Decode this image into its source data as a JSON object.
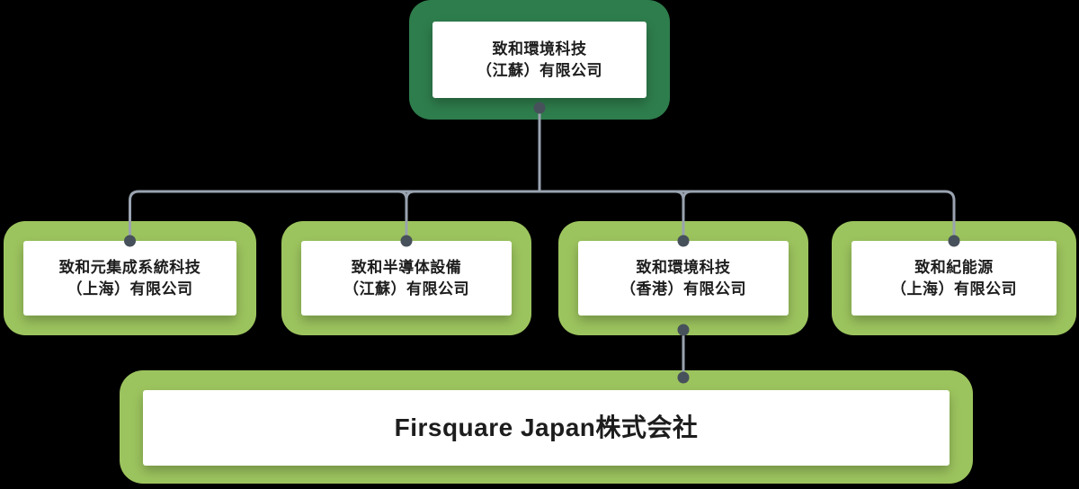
{
  "colors": {
    "dark_green": "#2E7D4C",
    "light_green": "#9CC45E",
    "connector": "#9AA3B0",
    "dot": "#47515B",
    "card_bg": "#FFFFFF",
    "text": "#1D1D1D"
  },
  "org": {
    "root": {
      "line1": "致和環境科技",
      "line2": "（江蘇）有限公司"
    },
    "children": [
      {
        "line1": "致和元集成系統科技",
        "line2": "（上海）有限公司"
      },
      {
        "line1": "致和半導体設備",
        "line2": "（江蘇）有限公司"
      },
      {
        "line1": "致和環境科技",
        "line2": "（香港）有限公司"
      },
      {
        "line1": "致和紀能源",
        "line2": "（上海）有限公司"
      }
    ],
    "subsidiary": {
      "name": "Firsquare Japan株式会社",
      "parent": "致和環境科技（香港）有限公司"
    }
  }
}
